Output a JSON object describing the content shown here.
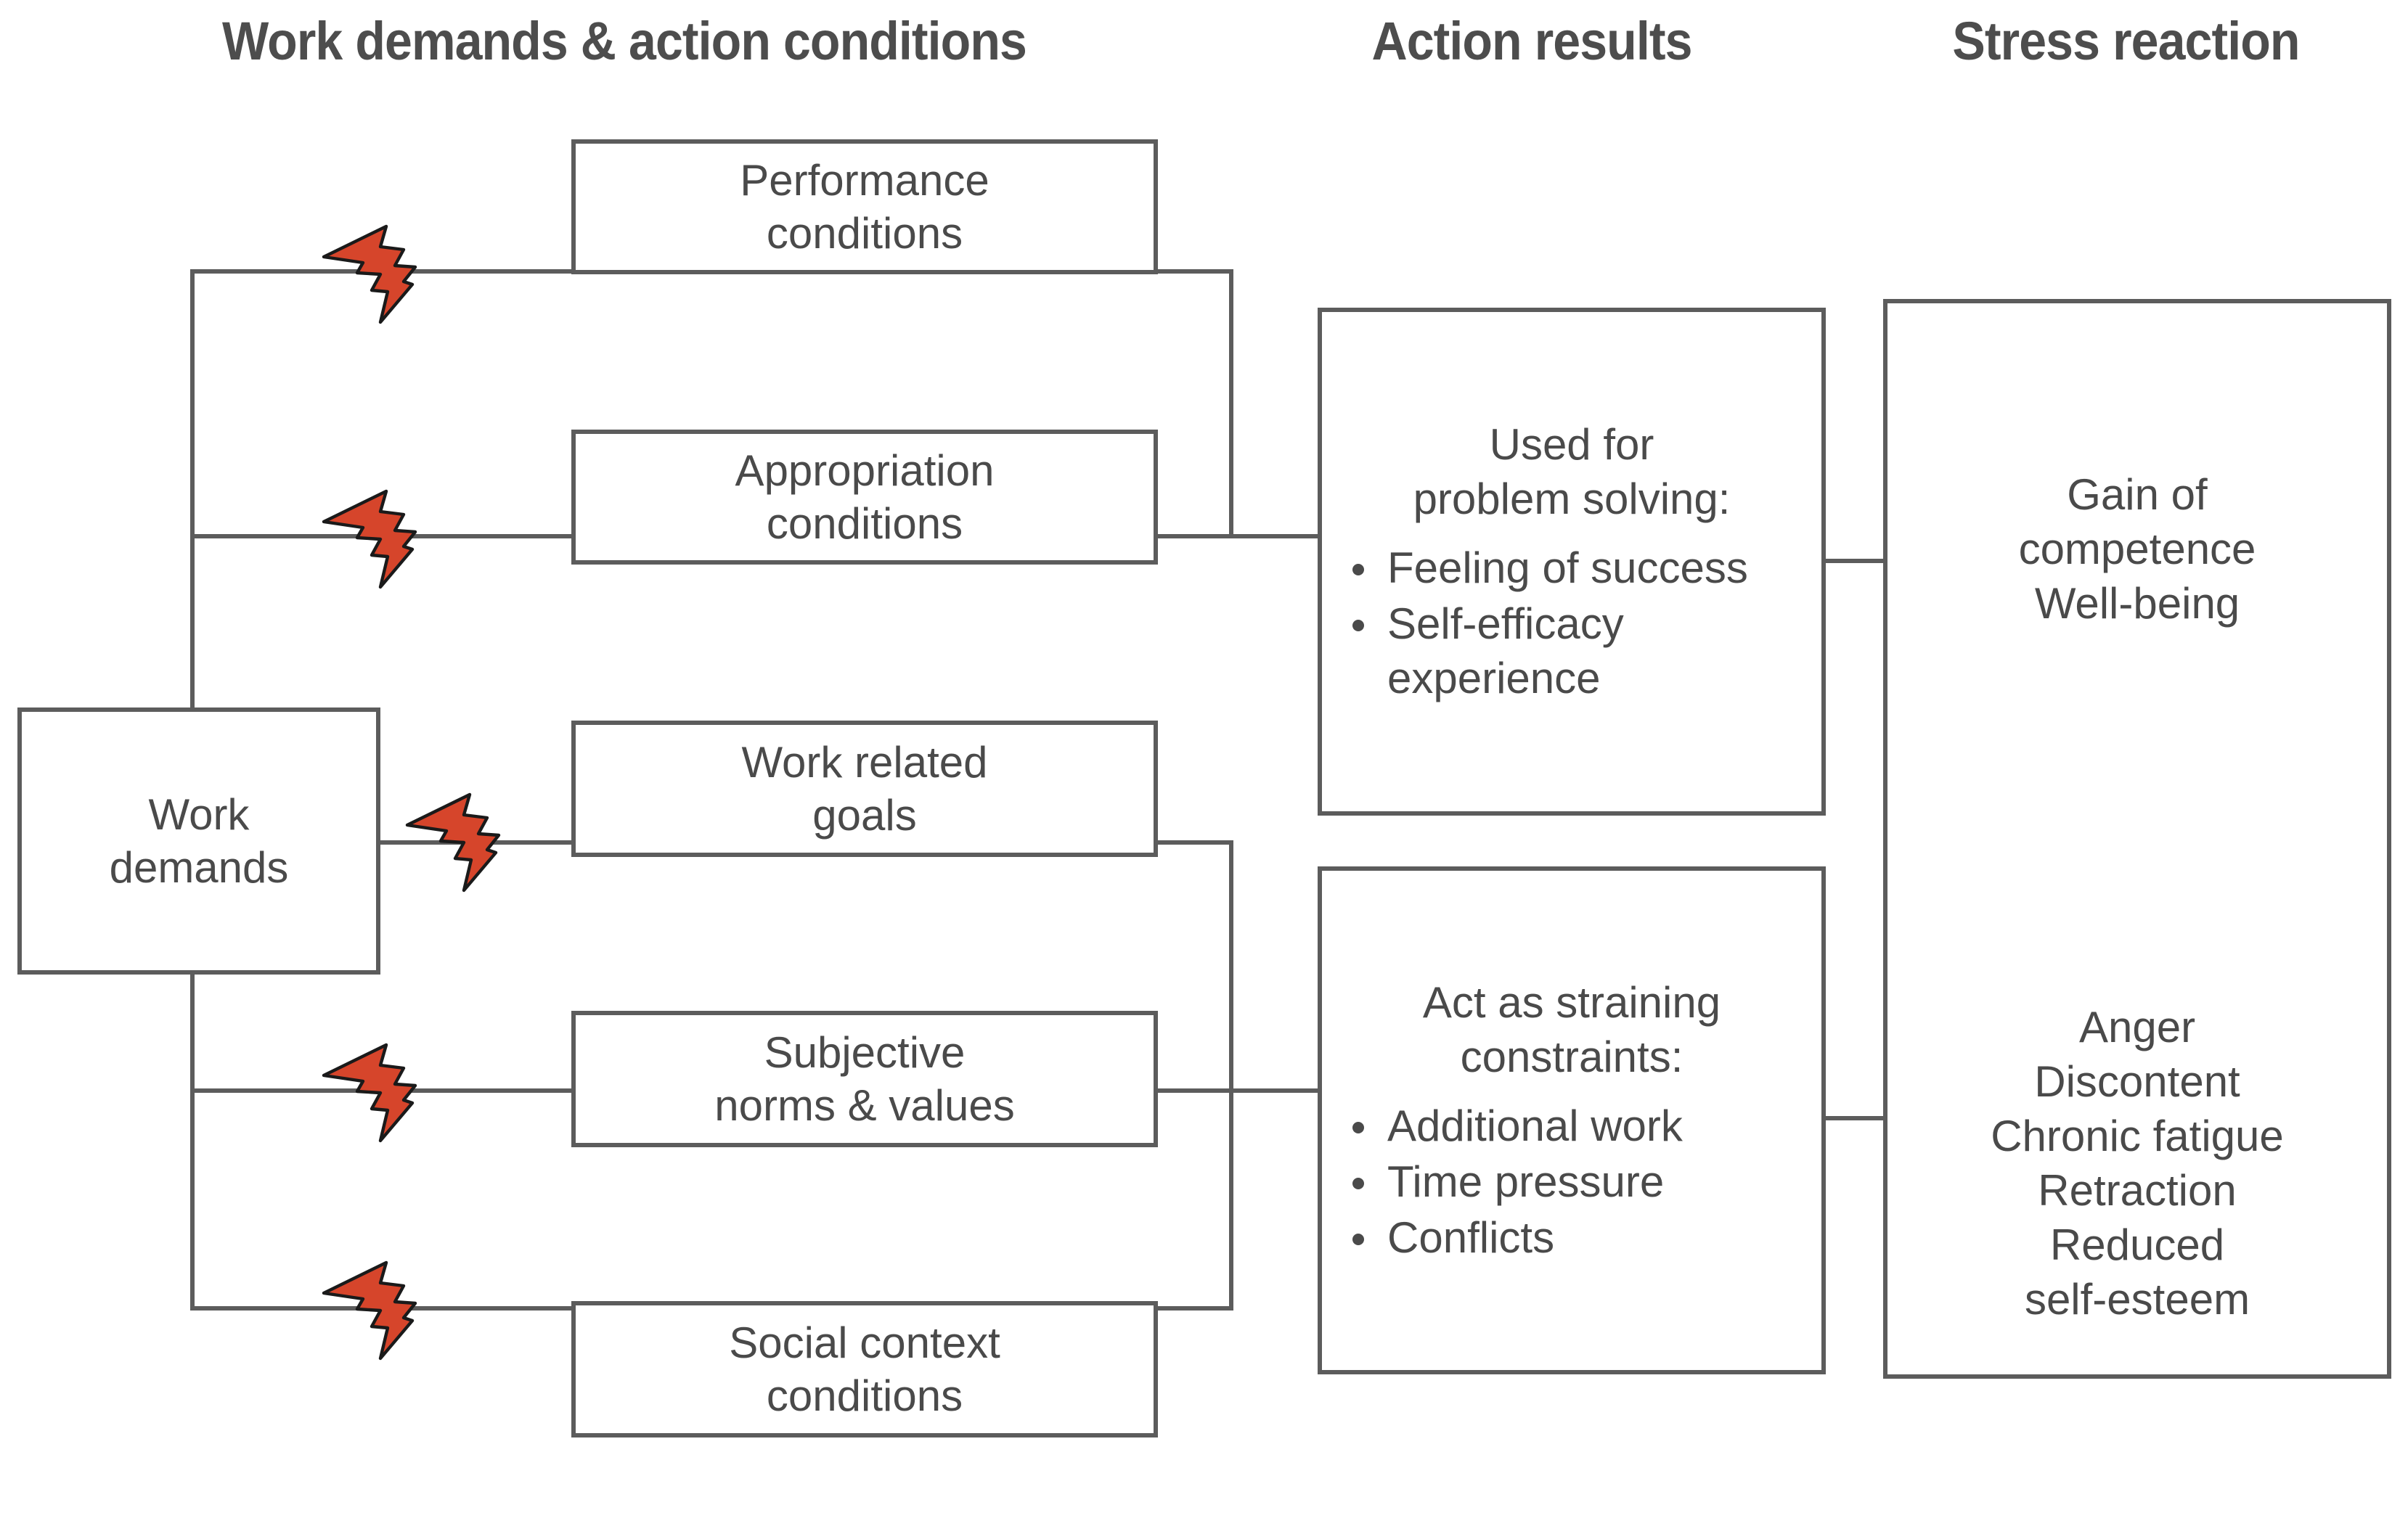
{
  "headers": {
    "work": "Work demands & action conditions",
    "action": "Action results",
    "stress": "Stress reaction"
  },
  "source_box": {
    "label": "Work\ndemands"
  },
  "conditions": [
    {
      "label": "Performance\nconditions"
    },
    {
      "label": "Appropriation\nconditions"
    },
    {
      "label": "Work related\ngoals"
    },
    {
      "label": "Subjective\nnorms & values"
    },
    {
      "label": "Social context\nconditions"
    }
  ],
  "action_results": [
    {
      "lead": "Used for\nproblem solving:",
      "items": [
        "Feeling of success",
        "Self-efficacy experience"
      ]
    },
    {
      "lead": "Act as straining\nconstraints:",
      "items": [
        "Additional work",
        "Time pressure",
        "Conflicts"
      ]
    }
  ],
  "stress_reaction": {
    "positive": "Gain of\ncompetence\nWell-being",
    "negative": "Anger\nDiscontent\nChronic fatigue\nRetraction\nReduced\nself-esteem"
  },
  "icons": {
    "bolt": "lightning-bolt-icon"
  },
  "colors": {
    "bolt_fill": "#d6452b",
    "bolt_stroke": "#1a1a1a",
    "line": "#5c5c5c",
    "text": "#4a4a4a",
    "heading": "#4d4d4d",
    "background": "#ffffff"
  }
}
